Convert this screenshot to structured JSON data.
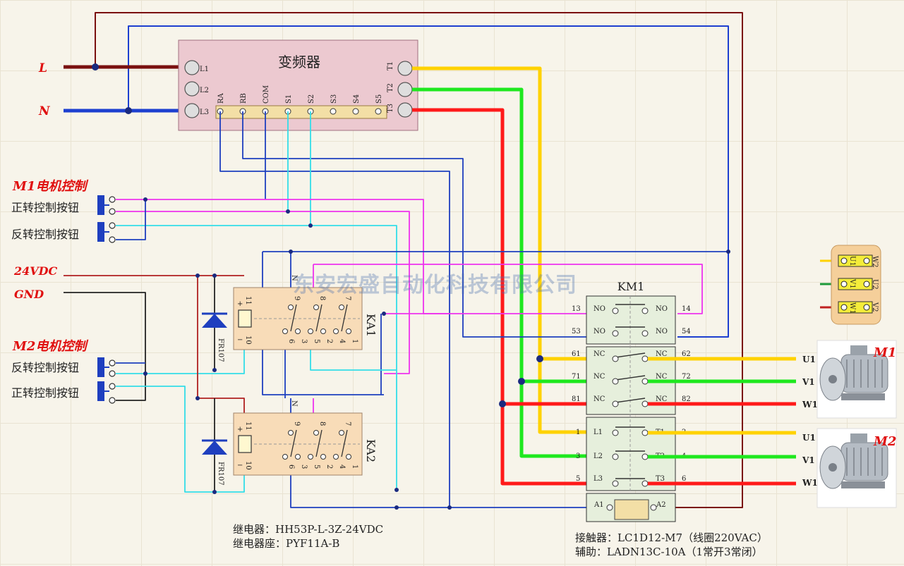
{
  "supply": {
    "l": "L",
    "n": "N",
    "v24": "24VDC",
    "gnd": "GND"
  },
  "vfd": {
    "title": "变频器",
    "inputs": [
      "L1",
      "L2",
      "L3"
    ],
    "outputs": [
      "T1",
      "T2",
      "T3"
    ],
    "terminals": [
      "RA",
      "RB",
      "COM",
      "S1",
      "S2",
      "S3",
      "S4",
      "S5"
    ]
  },
  "m1_control": {
    "title": "M1电机控制",
    "btn1": "正转控制按钮",
    "btn2": "反转控制按钮"
  },
  "m2_control": {
    "title": "M2电机控制",
    "btn1": "反转控制按钮",
    "btn2": "正转控制按钮"
  },
  "relays": {
    "ka1": "KA1",
    "ka2": "KA2",
    "diode": "FR107",
    "pins_top": [
      "11",
      "9",
      "8",
      "7"
    ],
    "pins_bottom": [
      "10",
      "6",
      "3",
      "5",
      "2",
      "4",
      "1"
    ],
    "plus": "+",
    "minus": "−",
    "n": "N"
  },
  "contactor": {
    "title": "KM1",
    "rows": [
      {
        "l": "13",
        "lt": "NO",
        "rt": "NO",
        "r": "14"
      },
      {
        "l": "53",
        "lt": "NO",
        "rt": "NO",
        "r": "54"
      },
      {
        "l": "61",
        "lt": "NC",
        "rt": "NC",
        "r": "62"
      },
      {
        "l": "71",
        "lt": "NC",
        "rt": "NC",
        "r": "72"
      },
      {
        "l": "81",
        "lt": "NC",
        "rt": "NC",
        "r": "82"
      },
      {
        "l": "1",
        "lt": "L1",
        "rt": "T1",
        "r": "2"
      },
      {
        "l": "3",
        "lt": "L2",
        "rt": "T2",
        "r": "4"
      },
      {
        "l": "5",
        "lt": "L3",
        "rt": "T3",
        "r": "6"
      }
    ],
    "coil_l": "A1",
    "coil_r": "A2"
  },
  "motors": {
    "m1": {
      "name": "M1",
      "phases": [
        "U1",
        "V1",
        "W1"
      ]
    },
    "m2": {
      "name": "M2",
      "phases": [
        "U1",
        "V1",
        "W1"
      ]
    }
  },
  "terminal_box": {
    "left": [
      "U1",
      "V1",
      "W1"
    ],
    "right": [
      "W2",
      "U2",
      "V2"
    ]
  },
  "watermark": "东安宏盛自动化科技有限公司",
  "notes": {
    "relay_model": "继电器：HH53P-L-3Z-24VDC",
    "relay_base": "继电器座：PYF11A-B",
    "contactor_model": "接触器：LC1D12-M7（线圈220VAC）",
    "aux_model": "辅助：LADN13C-10A（1常开3常闭）"
  },
  "colors": {
    "L": "#7a1010",
    "N": "#1d3fd0",
    "U": "#ffd200",
    "V": "#1ee81e",
    "W": "#ff1a1a",
    "magenta": "#ee33ee",
    "cyan": "#33dde8",
    "ctrl_blue": "#1e3fbf",
    "box": "#ecc9d0",
    "relay": "#f8dcb8"
  }
}
